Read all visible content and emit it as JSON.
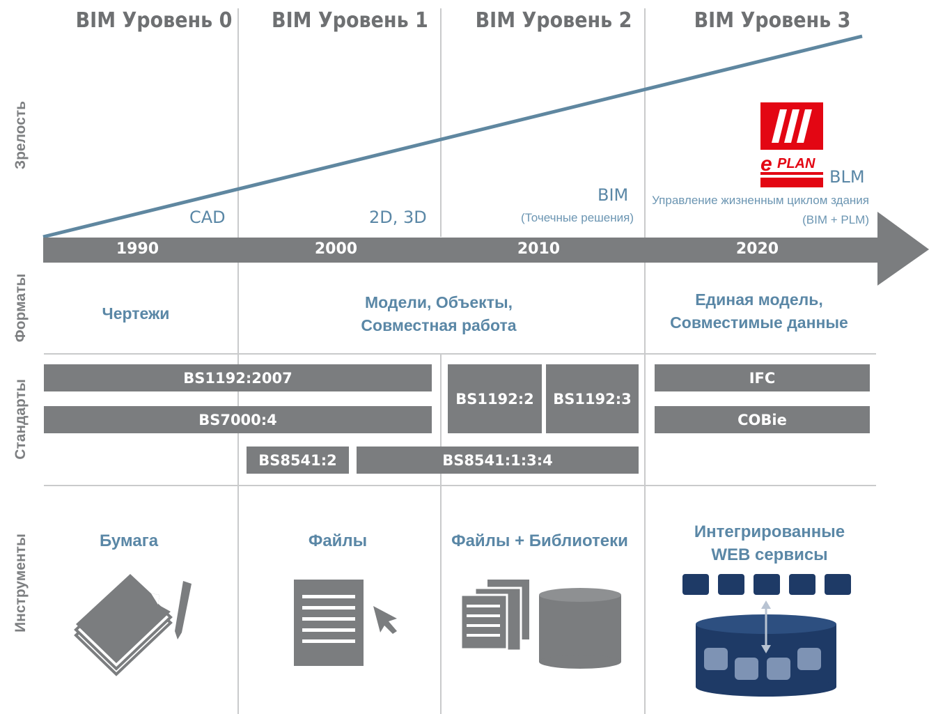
{
  "levels": [
    "BIM Уровень 0",
    "BIM Уровень 1",
    "BIM Уровень 2",
    "BIM Уровень 3"
  ],
  "side_labels": {
    "maturity": "Зрелость",
    "formats": "Форматы",
    "standards": "Стандарты",
    "tools": "Инструменты"
  },
  "years": [
    "1990",
    "2000",
    "2010",
    "2020"
  ],
  "tech_labels": {
    "cad": "CAD",
    "d2d3": "2D, 3D",
    "bim": "BIM",
    "bim_note": "(Точечные решения)",
    "blm": "BLM",
    "blm_note_1": "Управление жизненным циклом здания",
    "blm_note_2": "(BIM + PLM)"
  },
  "logo": {
    "text": "EPLAN",
    "color": "#e30613"
  },
  "formats": {
    "col1": "Чертежи",
    "col2_line1": "Модели, Объекты,",
    "col2_line2": "Совместная работа",
    "col3_line1": "Единая модель,",
    "col3_line2": "Совместимые данные"
  },
  "standards": {
    "bs1192_2007": "BS1192:2007",
    "bs7000_4": "BS7000:4",
    "bs8541_2": "BS8541:2",
    "bs8541_134": "BS8541:1:3:4",
    "bs1192_2": "BS1192:2",
    "bs1192_3": "BS1192:3",
    "ifc": "IFC",
    "cobie": "COBie"
  },
  "tools": {
    "paper": "Бумага",
    "files": "Файлы",
    "files_libs": "Файлы + Библиотеки",
    "web_line1": "Интегрированные",
    "web_line2": "WEB сервисы"
  },
  "colors": {
    "gray": "#7b7d7f",
    "line_blue": "#5f87a0",
    "text_blue": "#5a87a6",
    "navy": "#1e3a66"
  }
}
